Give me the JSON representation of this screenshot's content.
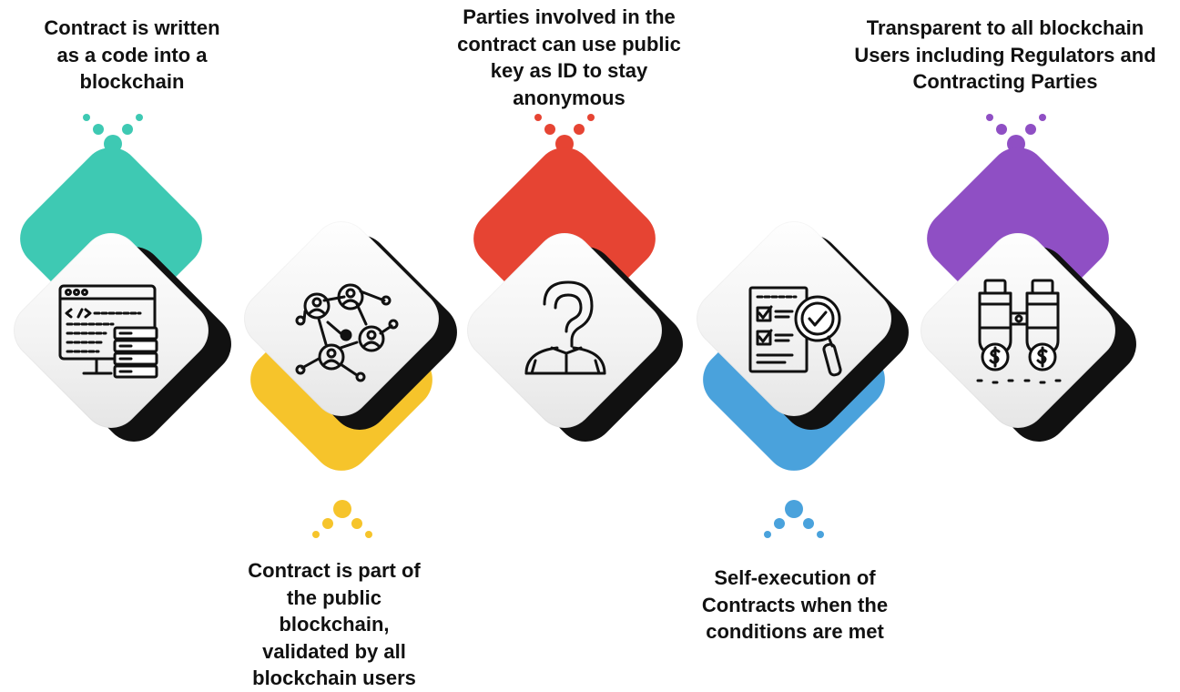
{
  "colors": {
    "teal": "#3ec9b3",
    "yellow": "#f6c42b",
    "red": "#e64433",
    "blue": "#4aa2dc",
    "purple": "#8f4fc4",
    "ink": "#111111"
  },
  "steps": [
    {
      "id": "code",
      "color_key": "teal",
      "icon": "code-server-icon",
      "caption": [
        "Contract is written",
        "as a code into a",
        "blockchain"
      ]
    },
    {
      "id": "public",
      "color_key": "yellow",
      "icon": "user-network-icon",
      "caption": [
        "Contract is part of",
        "the public",
        "blockchain,",
        "validated by all",
        "blockchain users"
      ]
    },
    {
      "id": "anonymous",
      "color_key": "red",
      "icon": "anonymous-person-icon",
      "caption": [
        "Parties involved in the",
        "contract can use public",
        "key as ID to stay",
        "anonymous"
      ]
    },
    {
      "id": "execution",
      "color_key": "blue",
      "icon": "checklist-magnifier-icon",
      "caption": [
        "Self-execution of",
        "Contracts when the",
        "conditions are met"
      ]
    },
    {
      "id": "transparent",
      "color_key": "purple",
      "icon": "binoculars-icon",
      "caption": [
        "Transparent to all blockchain",
        "Users including Regulators and",
        "Contracting Parties"
      ]
    }
  ]
}
